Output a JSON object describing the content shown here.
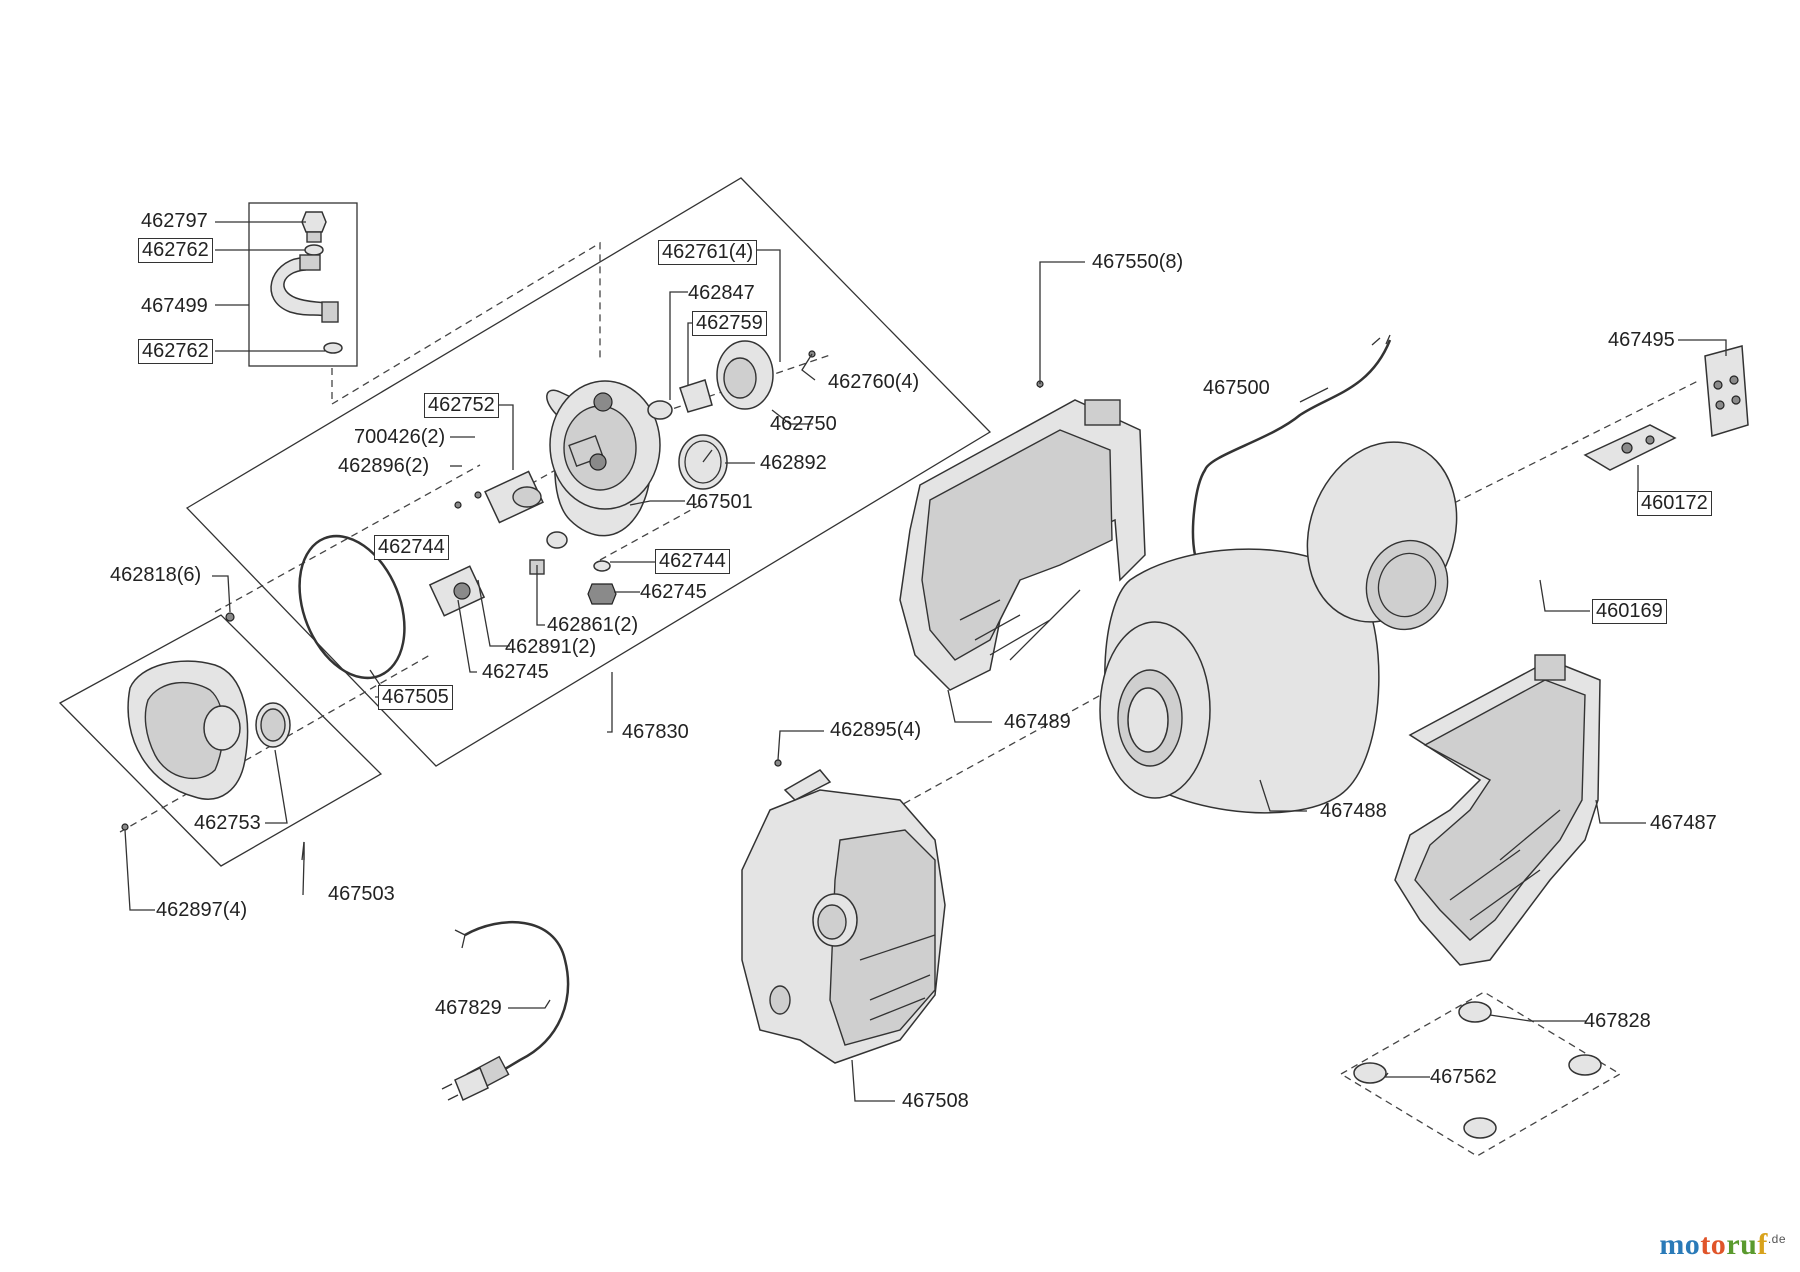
{
  "labels": {
    "p462797": "462797",
    "p462762a": "462762",
    "p467499": "467499",
    "p462762b": "462762",
    "p462761": "462761(4)",
    "p462847": "462847",
    "p462759": "462759",
    "p462760": "462760(4)",
    "p462750": "462750",
    "p462752": "462752",
    "p700426": "700426(2)",
    "p462896": "462896(2)",
    "p462892": "462892",
    "p467501": "467501",
    "p462744a": "462744",
    "p462744b": "462744",
    "p462745a": "462745",
    "p462818": "462818(6)",
    "p462861": "462861(2)",
    "p462891": "462891(2)",
    "p462745b": "462745",
    "p467505": "467505",
    "p467830": "467830",
    "p462753": "462753",
    "p467503": "467503",
    "p462897": "462897(4)",
    "p467829": "467829",
    "p467550": "467550(8)",
    "p467500": "467500",
    "p467489": "467489",
    "p462895": "462895(4)",
    "p467508": "467508",
    "p467488": "467488",
    "p467495": "467495",
    "p460172": "460172",
    "p460169": "460169",
    "p467487": "467487",
    "p467828": "467828",
    "p467562": "467562"
  },
  "logo": {
    "part1": "mo",
    "part2": "to",
    "part3": "ru",
    "part4": "f",
    "suffix": ".de"
  },
  "colors": {
    "line": "#333333",
    "part_fill": "#e4e4e4",
    "logo_blue": "#2a7ab8",
    "logo_orange": "#e0552a",
    "logo_green": "#5a9a2e",
    "logo_yellow": "#d8a21c"
  }
}
